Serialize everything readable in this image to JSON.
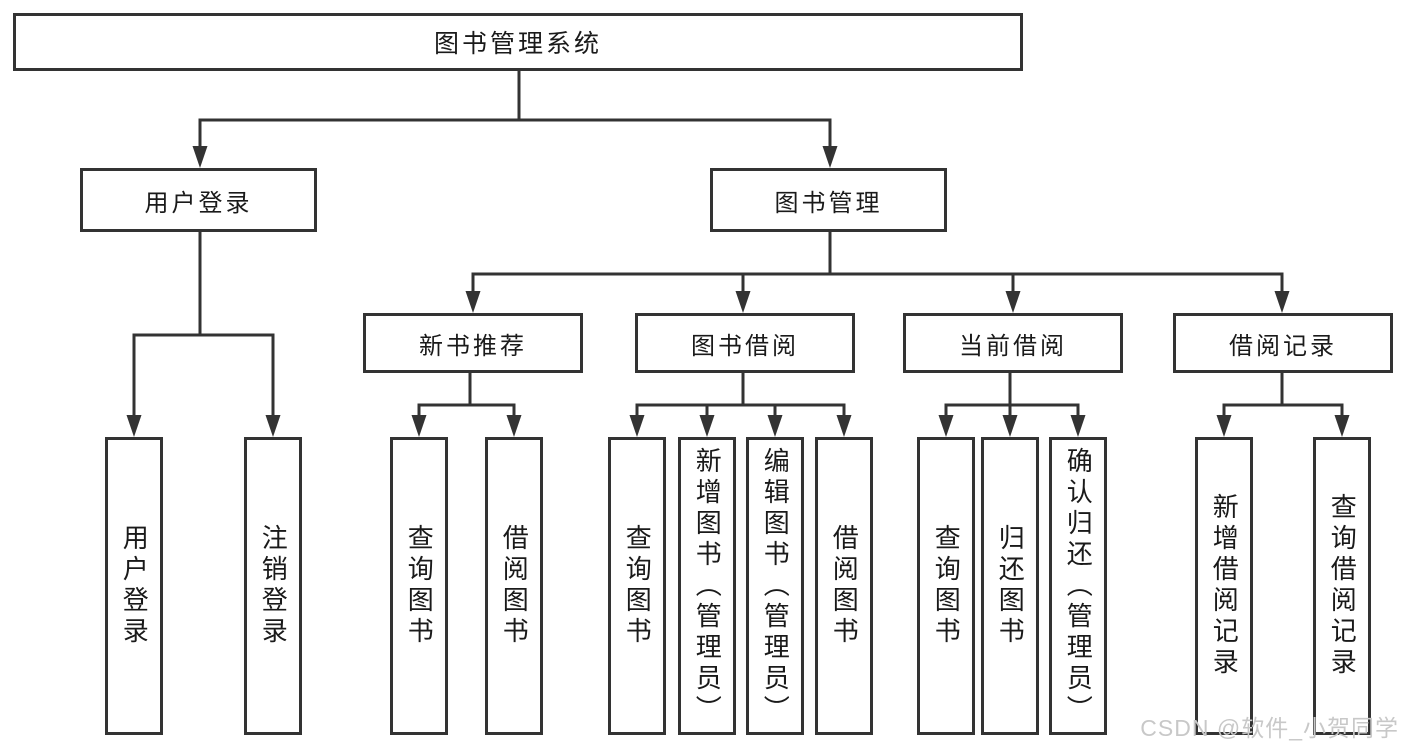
{
  "diagram": {
    "root": {
      "label": "图书管理系统"
    },
    "branches": [
      {
        "label": "用户登录",
        "children": [
          {
            "label": "用户登录"
          },
          {
            "label": "注销登录"
          }
        ]
      },
      {
        "label": "图书管理",
        "children": [
          {
            "label": "新书推荐",
            "children": [
              {
                "label": "查询图书"
              },
              {
                "label": "借阅图书"
              }
            ]
          },
          {
            "label": "图书借阅",
            "children": [
              {
                "label": "查询图书"
              },
              {
                "label": "新增图书（管理员）"
              },
              {
                "label": "编辑图书（管理员）"
              },
              {
                "label": "借阅图书"
              }
            ]
          },
          {
            "label": "当前借阅",
            "children": [
              {
                "label": "查询图书"
              },
              {
                "label": "归还图书"
              },
              {
                "label": "确认归还（管理员）"
              }
            ]
          },
          {
            "label": "借阅记录",
            "children": [
              {
                "label": "新增借阅记录"
              },
              {
                "label": "查询借阅记录"
              }
            ]
          }
        ]
      }
    ]
  },
  "watermark": {
    "text": "CSDN @软件_小贺同学"
  },
  "colors": {
    "line": "#333333",
    "text": "#1a1a1a",
    "background": "#ffffff",
    "watermark": "#c8c8c8"
  }
}
